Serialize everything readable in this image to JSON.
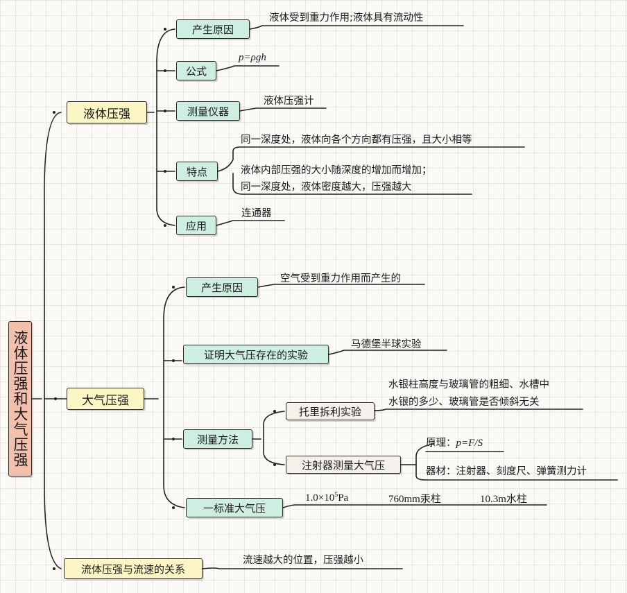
{
  "root": "液体压强和大气压强",
  "liquid": {
    "title": "液体压强",
    "cause": {
      "label": "产生原因",
      "text": "液体受到重力作用;液体具有流动性"
    },
    "formula": {
      "label": "公式",
      "text": "p=ρgh"
    },
    "instrument": {
      "label": "测量仪器",
      "text": "液体压强计"
    },
    "features": {
      "label": "特点",
      "line1": "同一深度处，液体向各个方向都有压强，且大小相等",
      "line2": "液体内部压强的大小随深度的增加而增加；",
      "line3": "同一深度处，液体密度越大，压强越大"
    },
    "application": {
      "label": "应用",
      "text": "连通器"
    }
  },
  "atmos": {
    "title": "大气压强",
    "cause": {
      "label": "产生原因",
      "text": "空气受到重力作用而产生的"
    },
    "proof": {
      "label": "证明大气压存在的实验",
      "text": "马德堡半球实验"
    },
    "method": {
      "label": "测量方法",
      "torricelli": {
        "label": "托里拆利实验",
        "line1": "水银柱高度与玻璃管的粗细、水槽中",
        "line2": "水银的多少、玻璃管是否倾斜无关"
      },
      "syringe": {
        "label": "注射器测量大气压",
        "principle": "原理：",
        "principle_formula": "p=F/S",
        "materials": "器材：注射器、刻度尺、弹簧测力计"
      }
    },
    "standard": {
      "label": "一标准大气压",
      "v1": "1.0×10",
      "v1_exp": "5",
      "v1_unit": "Pa",
      "v2": "760mm汞柱",
      "v3": "10.3m水柱"
    }
  },
  "flow": {
    "label": "流体压强与流速的关系",
    "text": "流速越大的位置，压强越小"
  }
}
